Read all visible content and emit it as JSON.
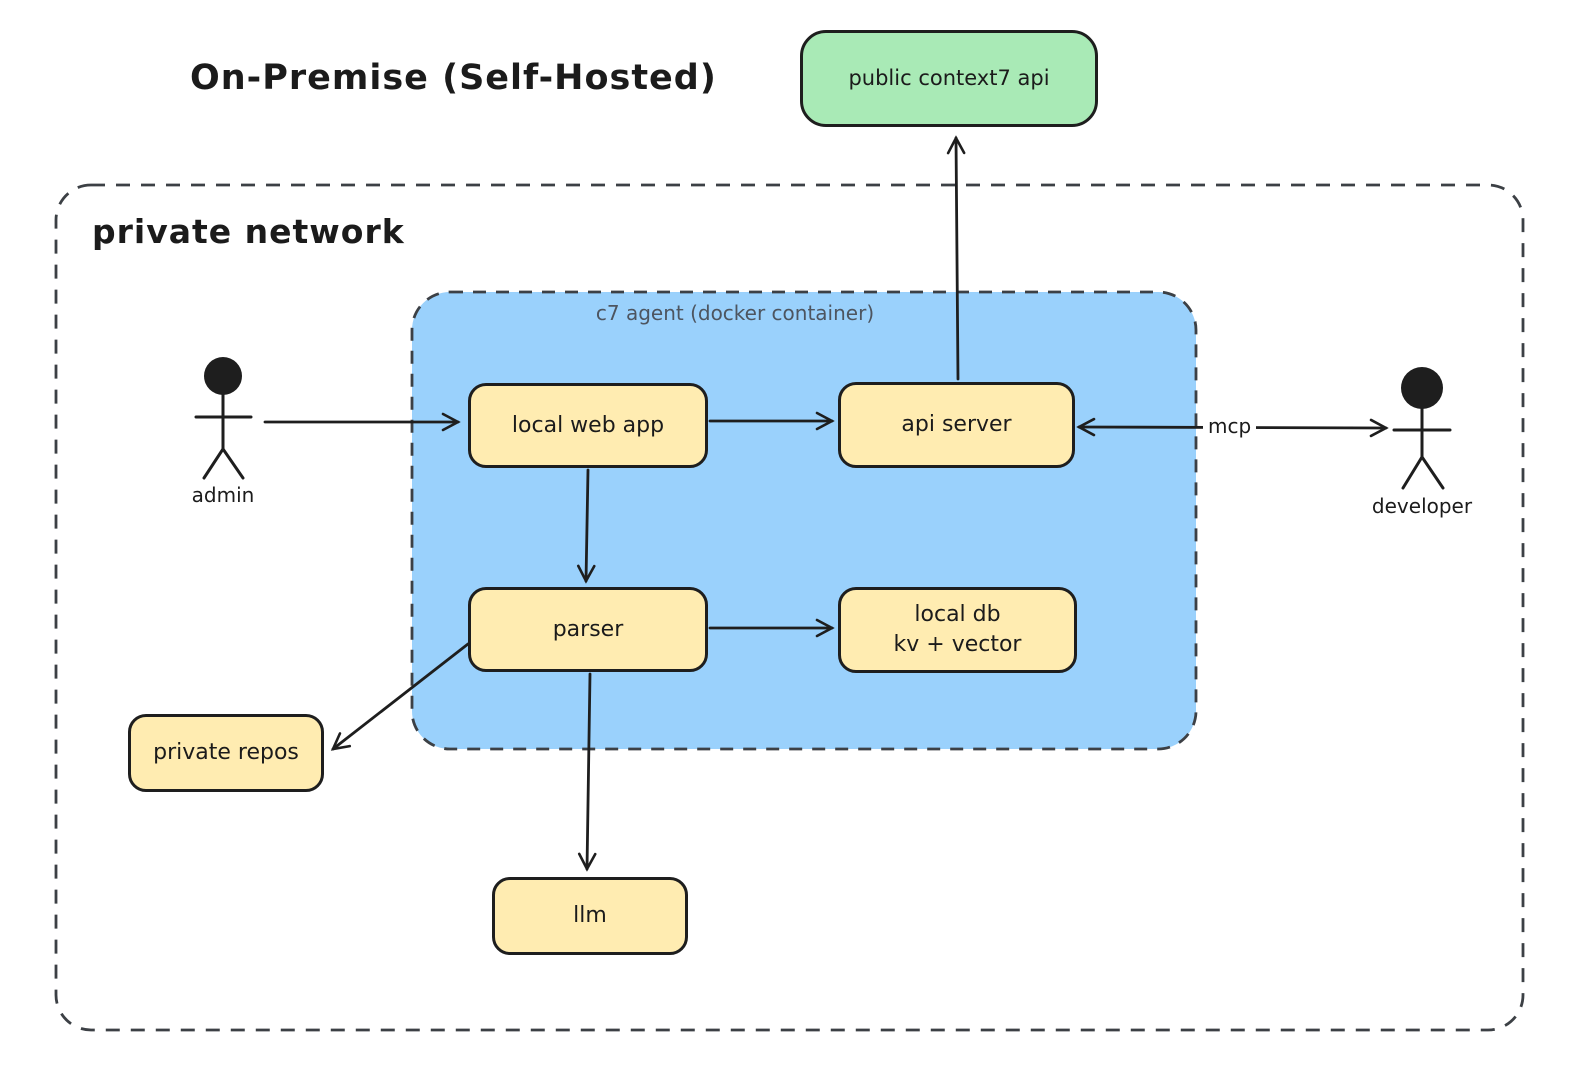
{
  "diagram_title": "On-Premise (Self-Hosted)",
  "colors": {
    "background": "#ffffff",
    "node_yellow": "#ffecb1",
    "container_blue": "#9ad1fc",
    "node_green": "#a9eab6",
    "stroke_dark": "#1e1e1e",
    "dashed_border": "#3c4045",
    "container_label_text": "#4d5560",
    "label_text": "#1b1b1b"
  },
  "containers": {
    "private_network": {
      "label": "private network"
    },
    "c7_agent": {
      "label": "c7 agent (docker container)"
    }
  },
  "nodes": {
    "public_context7_api": {
      "label": "public context7 api"
    },
    "local_web_app": {
      "label": "local web app"
    },
    "api_server": {
      "label": "api server"
    },
    "parser": {
      "label": "parser"
    },
    "local_db": {
      "label": "local db",
      "sublabel": "kv + vector"
    },
    "private_repos": {
      "label": "private repos"
    },
    "llm": {
      "label": "llm"
    }
  },
  "actors": {
    "admin": {
      "label": "admin"
    },
    "developer": {
      "label": "developer"
    }
  },
  "edges": [
    {
      "from": "admin",
      "to": "local_web_app"
    },
    {
      "from": "local_web_app",
      "to": "api_server"
    },
    {
      "from": "api_server",
      "to": "public_context7_api"
    },
    {
      "from": "api_server",
      "to": "developer",
      "label": "mcp",
      "bidirectional": true
    },
    {
      "from": "local_web_app",
      "to": "parser"
    },
    {
      "from": "parser",
      "to": "local_db"
    },
    {
      "from": "parser",
      "to": "private_repos"
    },
    {
      "from": "parser",
      "to": "llm"
    }
  ]
}
